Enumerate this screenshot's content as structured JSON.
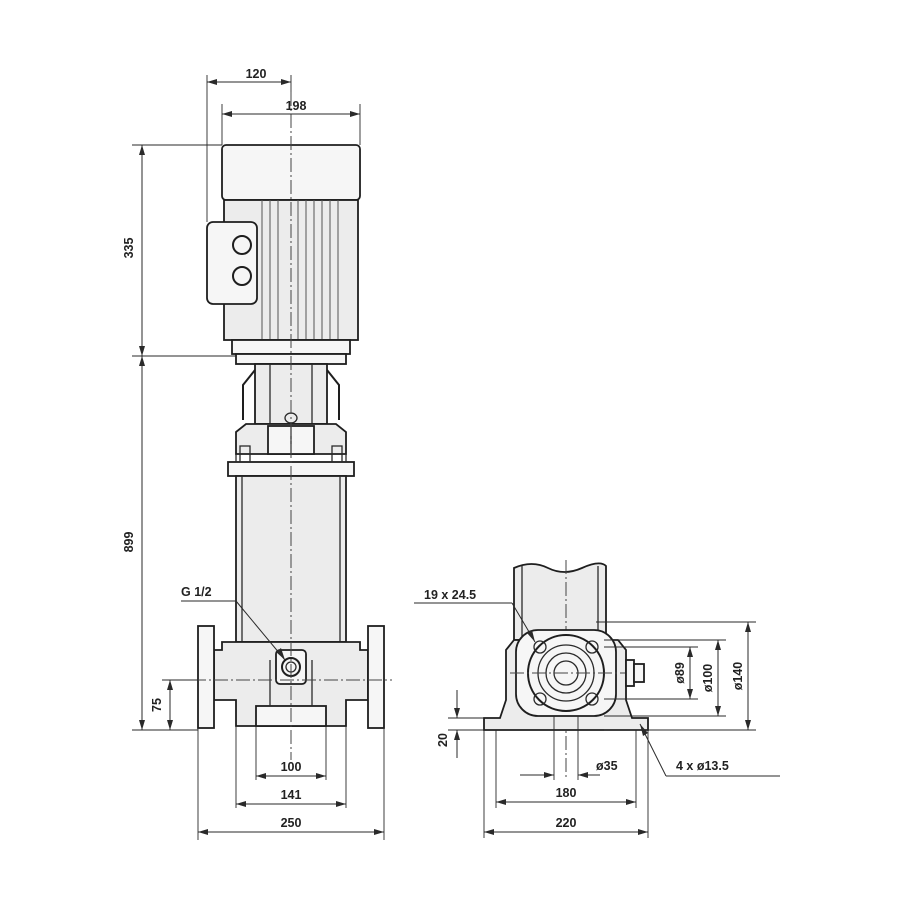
{
  "front_view": {
    "dims": {
      "d120": "120",
      "d198": "198",
      "d335": "335",
      "d899": "899",
      "d75": "75",
      "d100": "100",
      "d141": "141",
      "d250": "250"
    },
    "drain_label": "G 1/2"
  },
  "side_view": {
    "dims": {
      "flange_holes": "19 x 24.5",
      "d89": "ø89",
      "d100": "ø100",
      "d140": "ø140",
      "d20": "20",
      "d35": "ø35",
      "d180": "180",
      "d220": "220",
      "foot_holes": "4 x ø13.5"
    }
  }
}
